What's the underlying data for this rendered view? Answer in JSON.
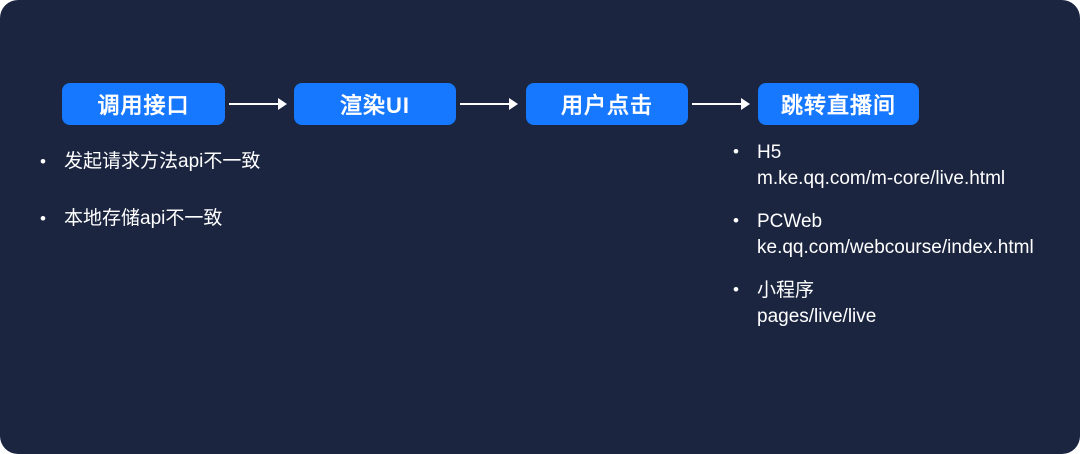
{
  "theme": {
    "panel_background": "#1b2540",
    "node_color": "#1677ff",
    "text_color": "#ffffff",
    "arrow_color": "#ffffff"
  },
  "flow": {
    "steps": [
      {
        "label": "调用接口"
      },
      {
        "label": "渲染UI"
      },
      {
        "label": "用户点击"
      },
      {
        "label": "跳转直播间"
      }
    ]
  },
  "left_notes": {
    "items": [
      {
        "bullet": "•",
        "text": "发起请求方法api不一致"
      },
      {
        "bullet": "•",
        "text": "本地存储api不一致"
      }
    ]
  },
  "right_notes": {
    "items": [
      {
        "bullet": "•",
        "title": "H5",
        "detail": "m.ke.qq.com/m-core/live.html"
      },
      {
        "bullet": "•",
        "title": "PCWeb",
        "detail": "ke.qq.com/webcourse/index.html"
      },
      {
        "bullet": "•",
        "title": "小程序",
        "detail": "pages/live/live"
      }
    ]
  }
}
